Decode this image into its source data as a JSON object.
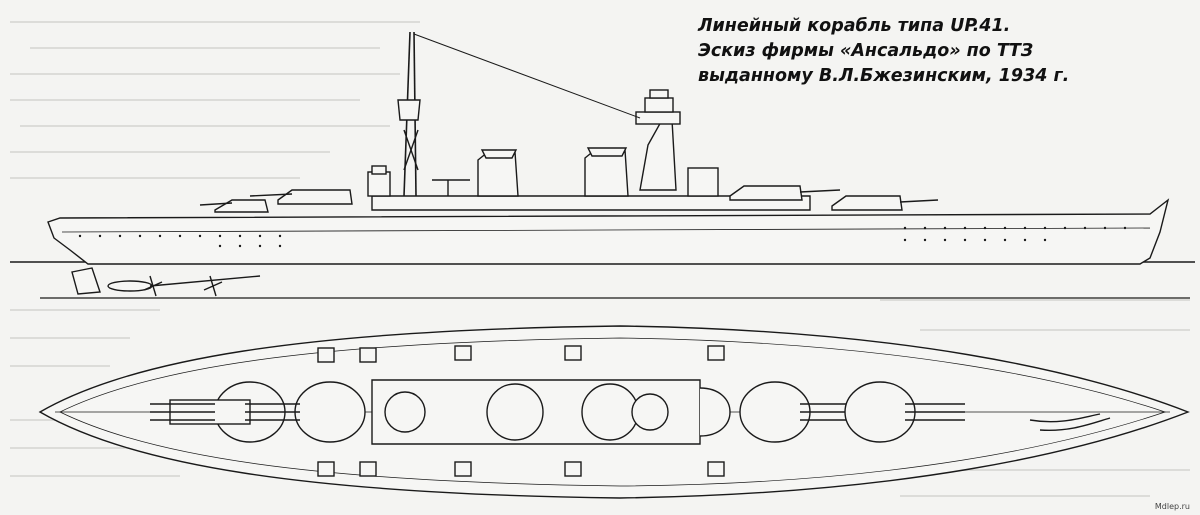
{
  "caption": {
    "line1": "Линейный корабль типа UP.41.",
    "line2": "Эскиз фирмы «Ансальдо» по ТТЗ",
    "line3": "выданному В.Л.Бжезинским, 1934 г."
  },
  "watermark": "Mdlep.ru",
  "colors": {
    "ink": "#1a1a1a",
    "paper": "#f4f4f2"
  },
  "views": [
    "side-profile",
    "plan-view"
  ]
}
